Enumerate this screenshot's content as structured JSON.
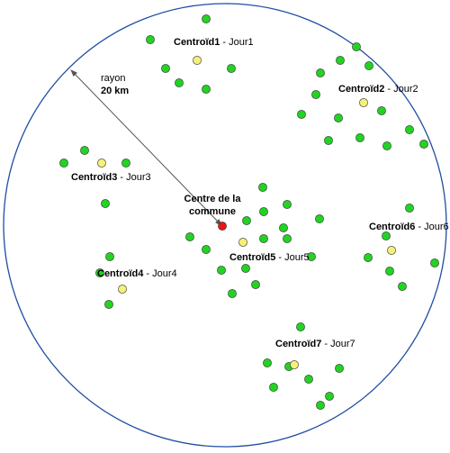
{
  "colors": {
    "circle": "#1f4ea1",
    "point_green": "#22d322",
    "point_yellow": "#f4f078",
    "commune": "#e8161a",
    "arrow": "#555555"
  },
  "commune_label_line1": "Centre de la",
  "commune_label_line2": "commune",
  "radius_label": "rayon",
  "radius_value": "20 km",
  "centroids": [
    {
      "name": "Centroïd1",
      "day": " - Jour1"
    },
    {
      "name": "Centroïd2",
      "day": " - Jour2"
    },
    {
      "name": "Centroïd3",
      "day": " - Jour3"
    },
    {
      "name": "Centroïd4",
      "day": " - Jour4"
    },
    {
      "name": "Centroïd5",
      "day": " - Jour5"
    },
    {
      "name": "Centroïd6",
      "day": " - Jour6"
    },
    {
      "name": "Centroïd7",
      "day": " - Jour7"
    }
  ]
}
